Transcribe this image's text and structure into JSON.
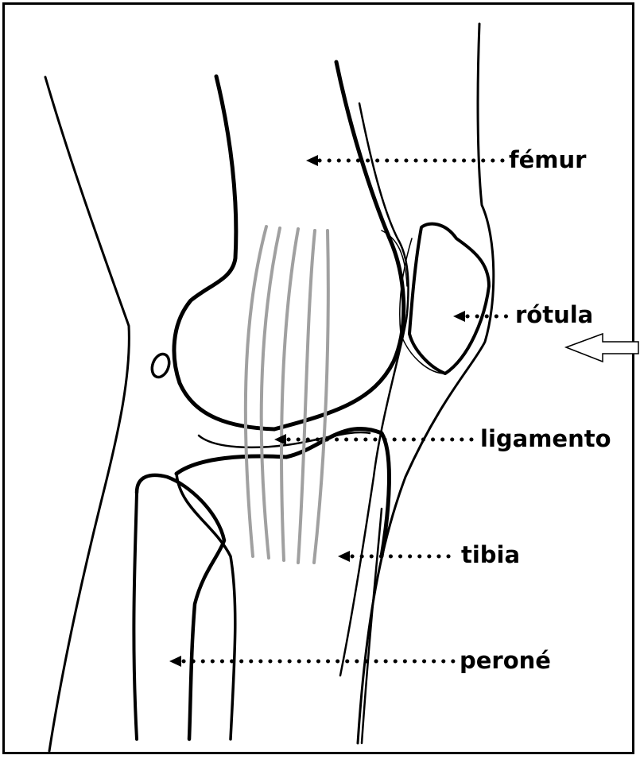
{
  "labels": {
    "femur": "fémur",
    "rotula": "rótula",
    "ligamento": "ligamento",
    "tibia": "tibia",
    "perone": "peroné"
  },
  "colors": {
    "outline": "#000000",
    "ligament": "#a0a0a0"
  },
  "icons": {
    "view_arrow": "hollow-left-arrow-icon"
  }
}
